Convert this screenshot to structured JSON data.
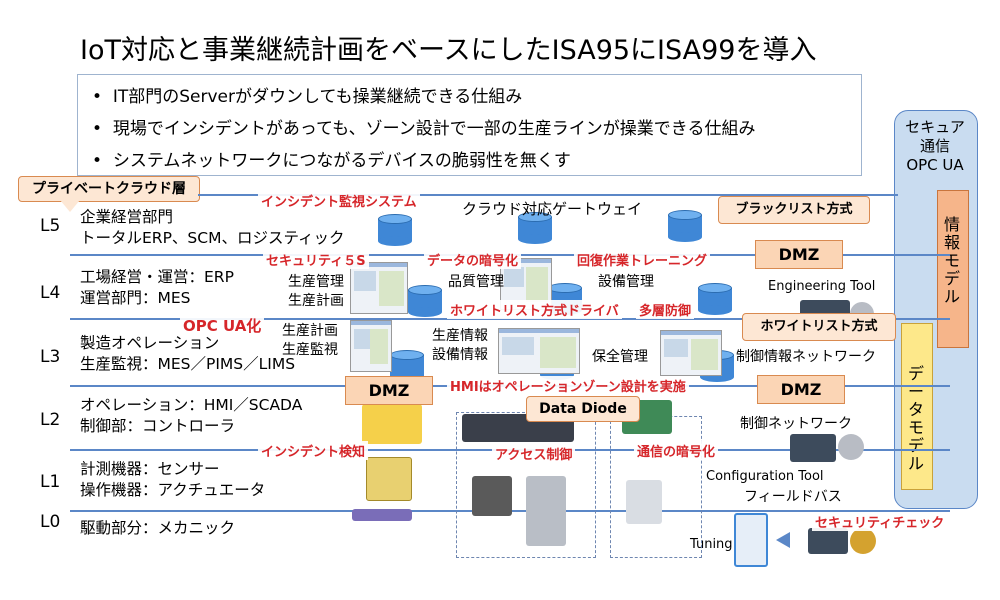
{
  "title": "IoT対応と事業継続計画をベースにしたISA95にISA99を導入",
  "bullets": [
    "IT部門のServerがダウンしても操業継続できる仕組み",
    "現場でインシデントがあっても、ゾーン設計で一部の生産ラインが操業できる仕組み",
    "システムネットワークにつながるデバイスの脆弱性を無くす"
  ],
  "bullet_mark": "•",
  "private_cloud": "プライベートクラウド層",
  "levels": [
    {
      "id": "L5",
      "lines": [
        "企業経営部門",
        "トータルERP、SCM、ロジスティック"
      ]
    },
    {
      "id": "L4",
      "lines": [
        "工場経営・運営：ERP",
        "運営部門：MES"
      ]
    },
    {
      "id": "L3",
      "lines": [
        "製造オペレーション",
        "生産監視：MES／PIMS／LIMS"
      ]
    },
    {
      "id": "L2",
      "lines": [
        "オペレーション：HMI／SCADA",
        "制御部：コントローラ"
      ]
    },
    {
      "id": "L1",
      "lines": [
        "計測機器：センサー",
        "操作機器：アクチュエータ"
      ]
    },
    {
      "id": "L0",
      "lines": [
        "駆動部分：メカニック"
      ]
    }
  ],
  "system_labels": {
    "cloud_gateway": "クラウド対応ゲートウェイ",
    "production_mgmt": "生産管理",
    "production_plan": "生産計画",
    "quality_mgmt": "品質管理",
    "equipment_mgmt": "設備管理",
    "production_plan2": "生産計画",
    "production_monitor": "生産監視",
    "production_info": "生産情報",
    "equipment_info": "設備情報",
    "maintenance_mgmt": "保全管理",
    "control_info_network": "制御情報ネットワーク",
    "control_network": "制御ネットワーク",
    "engineering_tool": "Engineering Tool",
    "configuration_tool": "Configuration Tool",
    "fieldbus": "フィールドバス",
    "tuning_tool": "Tuning Tool"
  },
  "red_labels": {
    "incident_monitor": "インシデント監視システム",
    "security5s": "セキュリティ５S",
    "data_encrypt": "データの暗号化",
    "recovery_training": "回復作業トレーニング",
    "opcua": "OPC UA化",
    "whitelist_driver": "ホワイトリスト方式ドライバ",
    "multilayer": "多層防御",
    "hmi_zone": "HMIはオペレーションゾーン設計を実施",
    "incident_detect": "インシデント検知",
    "access_control": "アクセス制御",
    "comm_encrypt": "通信の暗号化",
    "security_check": "セキュリティチェック"
  },
  "callouts": {
    "blacklist": "ブラックリスト方式",
    "whitelist": "ホワイトリスト方式",
    "data_diode": "Data Diode"
  },
  "dmz": "DMZ",
  "secure_comm": [
    "セキュア",
    "通信",
    "OPC UA"
  ],
  "info_model": "情報モデル",
  "data_model": "データモデル",
  "colors": {
    "line_blue": "#5b87c7",
    "red_text": "#d6262a",
    "dmz_fill": "#fbd5b5",
    "secure_column": "#c9dcf0",
    "info_model_fill": "#f6b58a",
    "data_model_fill": "#fde88a"
  }
}
